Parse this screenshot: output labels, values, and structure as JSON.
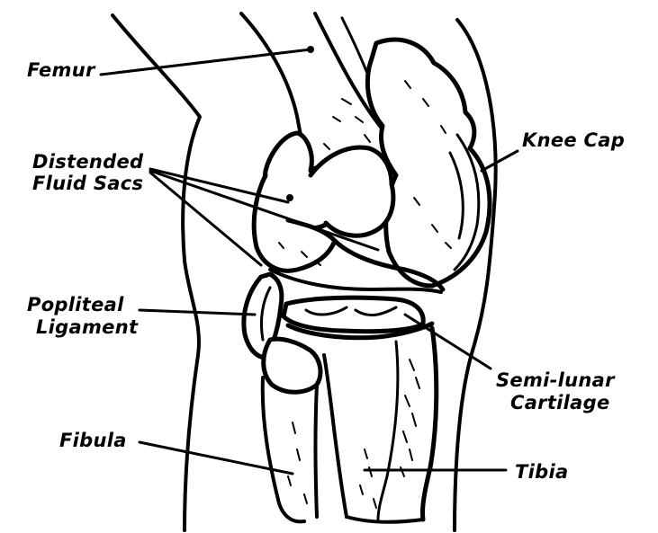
{
  "diagram": {
    "colors": {
      "ink": "#000000",
      "paper": "#ffffff"
    },
    "labels": {
      "femur": "Femur",
      "distended_line1": "Distended",
      "distended_line2": "Fluid Sacs",
      "knee_cap": "Knee Cap",
      "popliteal_line1": "Popliteal",
      "popliteal_line2": "Ligament",
      "semilunar_line1": "Semi-lunar",
      "semilunar_line2": "Cartilage",
      "fibula": "Fibula",
      "tibia": "Tibia"
    }
  }
}
